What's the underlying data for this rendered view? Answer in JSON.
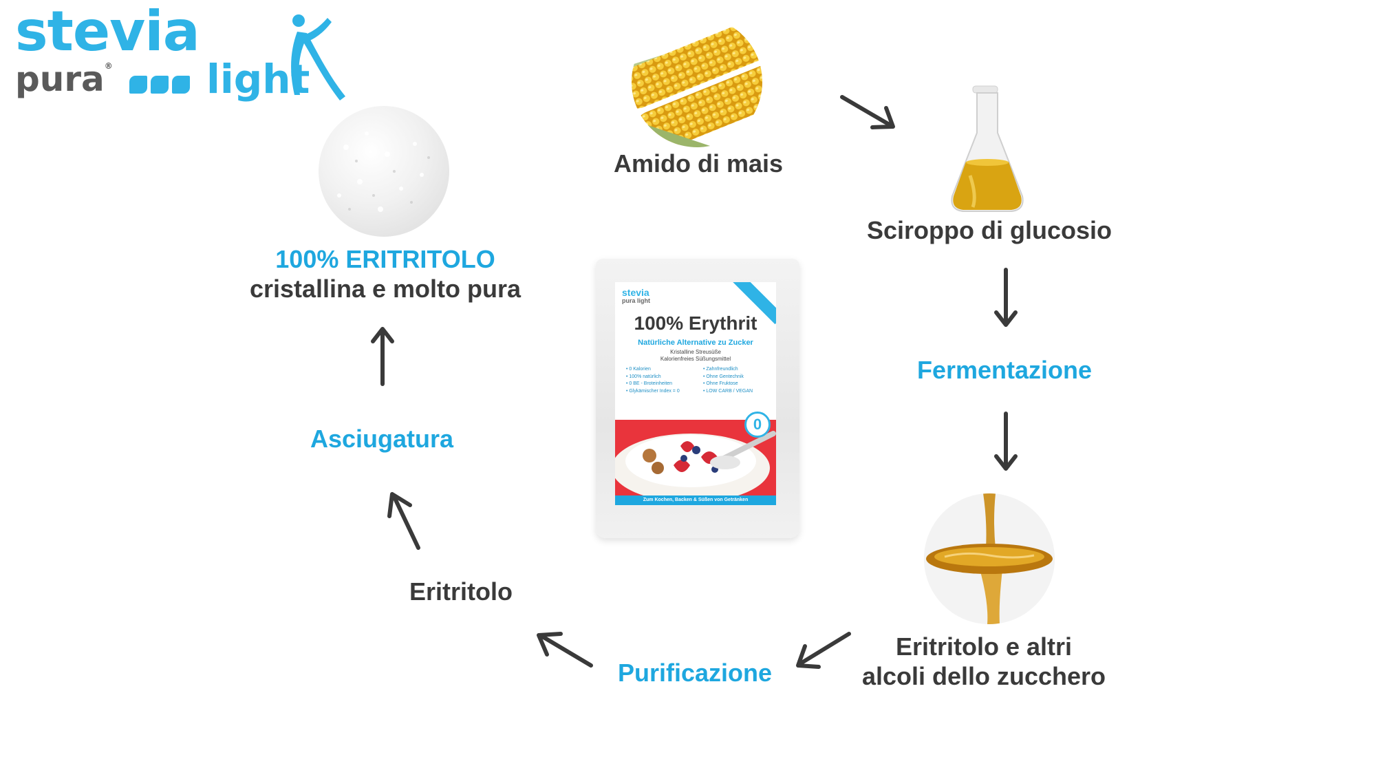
{
  "logo": {
    "word1": "stevia",
    "word2": "pura",
    "registered": "®",
    "word3": "light"
  },
  "steps": {
    "corn_starch": "Amido di mais",
    "glucose_syrup": "Sciroppo di glucosio",
    "fermentation": "Fermentazione",
    "sugar_alcohols_line1": "Eritritolo e altri",
    "sugar_alcohols_line2": "alcoli dello zucchero",
    "purification": "Purificazione",
    "erythritol": "Eritritolo",
    "drying": "Asciugatura",
    "result_title": "100% ERITRITOLO",
    "result_subtitle": "cristallina e molto pura"
  },
  "package": {
    "logo_line1": "stevia",
    "logo_line2": "pura light",
    "title": "100% Erythrit",
    "subtitle": "Natürliche Alternative zu Zucker",
    "desc_line1": "Kristalline Streusüße",
    "desc_line2": "Kalorienfreies Süßungsmittel",
    "features_left": [
      "• 0 Kalorien",
      "• 100% natürlich",
      "• 0 BE - Broteinheiten",
      "• Glykämischer Index = 0"
    ],
    "features_right": [
      "• Zahnfreundlich",
      "• Ohne Gentechnik",
      "• Ohne Fruktose",
      "• LOW CARB / VEGAN"
    ],
    "badge": "0",
    "footer": "Zum Kochen, Backen & Süßen von Getränken"
  },
  "colors": {
    "accent_blue": "#1ea7df",
    "dark_text": "#3a3a3a",
    "arrow": "#3a3a3a"
  }
}
